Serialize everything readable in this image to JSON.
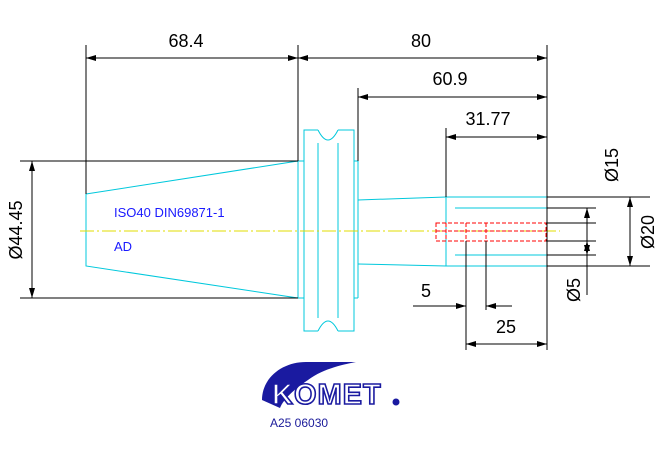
{
  "dimensions": {
    "d_68_4": "68.4",
    "d_80": "80",
    "d_60_9": "60.9",
    "d_31_77": "31.77",
    "d_5": "5",
    "d_25": "25",
    "dia_44_45": "Ø44.45",
    "dia_15": "Ø15",
    "dia_20": "Ø20",
    "dia_5": "Ø5"
  },
  "labels": {
    "standard": "ISO40 DIN69871-1",
    "form": "AD"
  },
  "branding": {
    "logo_text": "KOMET",
    "article_code": "A25 06030"
  },
  "colors": {
    "outline": "#00c8dc",
    "dimension": "#000000",
    "centerline": "#e0dc00",
    "hidden_bore": "#ff0000",
    "text_blue": "#1a1aff"
  }
}
